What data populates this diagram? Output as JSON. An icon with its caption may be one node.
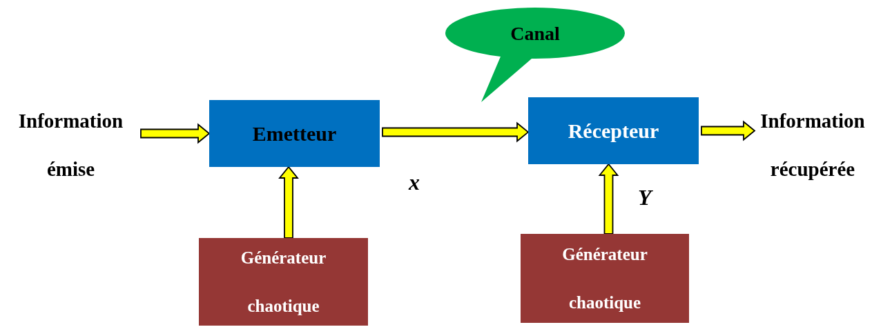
{
  "diagram": {
    "nodes": [
      {
        "text": [
          "Information émise"
        ]
      },
      {
        "text": [
          "Emetteur"
        ]
      },
      {
        "text": [
          "Canal"
        ]
      },
      {
        "text": [
          "Récepteur"
        ]
      },
      {
        "text": [
          "Information récupérée"
        ]
      },
      {
        "text": [
          "Générateur chaotique"
        ]
      },
      {
        "text": [
          "Générateur chaotique"
        ]
      }
    ],
    "edges": [
      {
        "from": 0,
        "to": 1,
        "arrow": "to"
      },
      {
        "from": 1,
        "to": 3,
        "arrow": "to"
      },
      {
        "from": 3,
        "to": 4,
        "arrow": "to"
      },
      {
        "from": 5,
        "to": 1,
        "arrow": "to"
      },
      {
        "from": 6,
        "to": 3,
        "arrow": "to"
      }
    ],
    "labels": [
      "x",
      "Y"
    ]
  }
}
